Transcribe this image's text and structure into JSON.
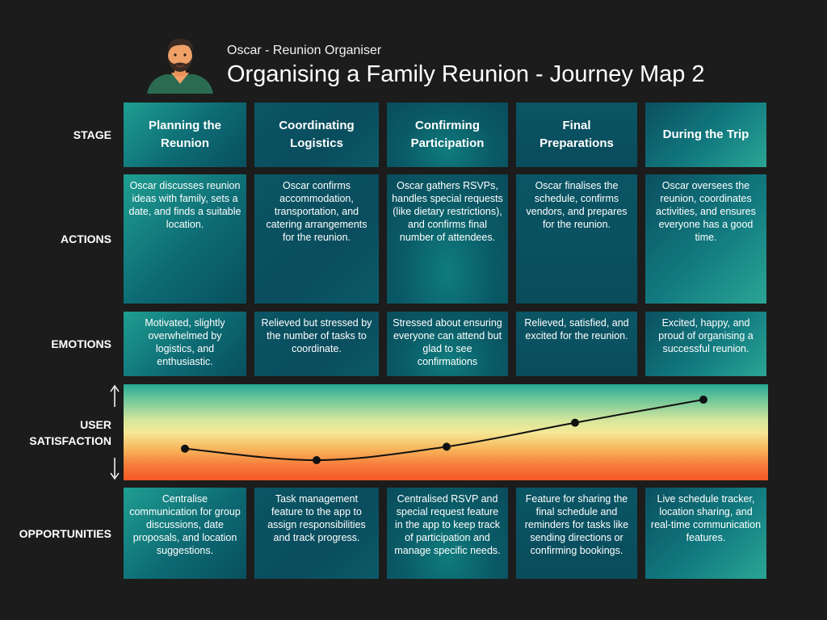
{
  "header": {
    "subtitle": "Oscar - Reunion Organiser",
    "title": "Organising a Family Reunion - Journey Map 2",
    "avatar_icon": "man-with-beard-avatar-icon"
  },
  "row_labels": {
    "stage": "STAGE",
    "actions": "ACTIONS",
    "emotions": "EMOTIONS",
    "satisfaction": "USER SATISFACTION",
    "opportunities": "OPPORTUNITIES"
  },
  "stages": [
    {
      "name": "Planning the Reunion",
      "action": "Oscar discusses reunion ideas with family, sets a date, and finds a suitable location.",
      "emotion": "Motivated, slightly overwhelmed by logistics, and enthusiastic.",
      "opportunity": "Centralise communication for group discussions, date proposals, and location suggestions."
    },
    {
      "name": "Coordinating Logistics",
      "action": "Oscar confirms accommodation, transportation, and catering arrangements for the reunion.",
      "emotion": "Relieved but stressed by the number of tasks to coordinate.",
      "opportunity": "Task management feature to the app to assign responsibilities and track progress."
    },
    {
      "name": "Confirming Participation",
      "action": "Oscar gathers RSVPs, handles special requests (like dietary restrictions), and confirms final number of attendees.",
      "emotion": "Stressed about ensuring everyone can attend but glad to see confirmations",
      "opportunity": "Centralised RSVP and special request feature in the app to keep track of participation and manage specific needs."
    },
    {
      "name": "Final Preparations",
      "action": "Oscar finalises the schedule, confirms vendors, and prepares for the reunion.",
      "emotion": "Relieved, satisfied, and excited for the reunion.",
      "opportunity": "Feature for sharing the final schedule and reminders for tasks like sending directions or confirming bookings."
    },
    {
      "name": "During the Trip",
      "action": "Oscar oversees the reunion, coordinates activities, and ensures everyone has a good time.",
      "emotion": "Excited, happy, and proud of organising a successful reunion.",
      "opportunity": "Live schedule tracker, location sharing, and real-time communication features."
    }
  ],
  "satisfaction": {
    "scale": [
      0,
      1
    ],
    "values": [
      0.33,
      0.21,
      0.35,
      0.6,
      0.84
    ],
    "colors": {
      "line": "#111111",
      "high": "#26a893",
      "mid": "#f4e896",
      "low": "#f45a24"
    },
    "arrow_up_icon": "arrow-up-icon",
    "arrow_down_icon": "arrow-down-icon"
  },
  "colors": {
    "background": "#1c1c1c",
    "cell_dark": "#0a4d5e",
    "cell_light": "#1f9e92"
  }
}
